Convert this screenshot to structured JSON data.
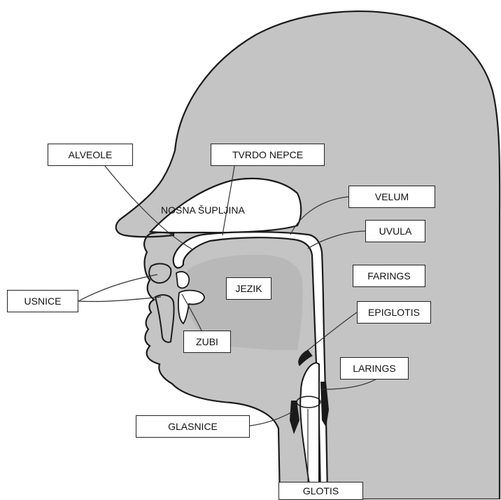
{
  "labels": {
    "alveole": "ALVEOLE",
    "tvrdo_nepce": "TVRDO NEPCE",
    "nosna_supljina": "NOSNA ŠUPLJINA",
    "velum": "VELUM",
    "uvula": "UVULA",
    "farings": "FARINGS",
    "usnice": "USNICE",
    "jezik": "JEZIK",
    "epiglotis": "EPIGLOTIS",
    "zubi": "ZUBI",
    "larings": "LARINGS",
    "glasnice": "GLASNICE",
    "glotis": "GLOTIS"
  },
  "colors": {
    "tissue": "#c4c4c4",
    "outline": "#1a1a1a",
    "cavity": "#ffffff",
    "tongue": "#b8b8b8"
  }
}
